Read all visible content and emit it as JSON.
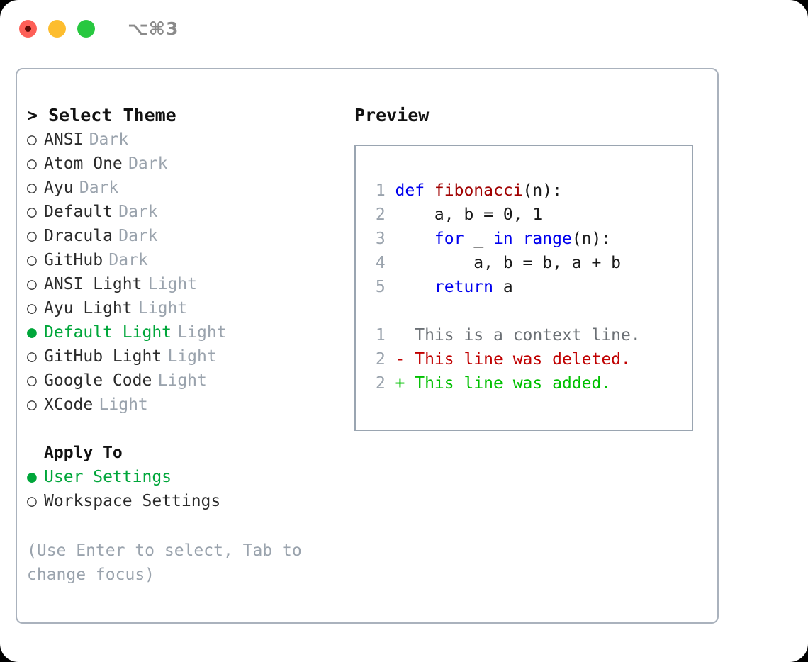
{
  "titlebar": {
    "shortcut": "⌥⌘3",
    "buttons": [
      "close",
      "minimize",
      "maximize"
    ]
  },
  "theme_picker": {
    "header": "> Select Theme",
    "items": [
      {
        "bullet": "○",
        "label": "ANSI",
        "suffix": "Dark",
        "selected": false
      },
      {
        "bullet": "○",
        "label": "Atom One",
        "suffix": "Dark",
        "selected": false
      },
      {
        "bullet": "○",
        "label": "Ayu",
        "suffix": "Dark",
        "selected": false
      },
      {
        "bullet": "○",
        "label": "Default",
        "suffix": "Dark",
        "selected": false
      },
      {
        "bullet": "○",
        "label": "Dracula",
        "suffix": "Dark",
        "selected": false
      },
      {
        "bullet": "○",
        "label": "GitHub",
        "suffix": "Dark",
        "selected": false
      },
      {
        "bullet": "○",
        "label": "ANSI Light",
        "suffix": "Light",
        "selected": false
      },
      {
        "bullet": "○",
        "label": "Ayu Light",
        "suffix": "Light",
        "selected": false
      },
      {
        "bullet": "●",
        "label": "Default Light",
        "suffix": "Light",
        "selected": true
      },
      {
        "bullet": "○",
        "label": "GitHub Light",
        "suffix": "Light",
        "selected": false
      },
      {
        "bullet": "○",
        "label": "Google Code",
        "suffix": "Light",
        "selected": false
      },
      {
        "bullet": "○",
        "label": "XCode",
        "suffix": "Light",
        "selected": false
      }
    ]
  },
  "apply_to": {
    "label": "Apply To",
    "items": [
      {
        "bullet": "●",
        "label": "User Settings",
        "selected": true
      },
      {
        "bullet": "○",
        "label": "Workspace Settings",
        "selected": false
      }
    ]
  },
  "help": {
    "text": "(Use Enter to select, Tab to change focus)"
  },
  "preview": {
    "title": "Preview",
    "code": [
      {
        "num": "1",
        "tokens": [
          {
            "t": "def ",
            "c": "kw"
          },
          {
            "t": "fibonacci",
            "c": "fn"
          },
          {
            "t": "(n):",
            "c": "pl"
          }
        ]
      },
      {
        "num": "2",
        "tokens": [
          {
            "t": "    a, b = 0, 1",
            "c": "pl"
          }
        ]
      },
      {
        "num": "3",
        "tokens": [
          {
            "t": "    ",
            "c": "pl"
          },
          {
            "t": "for",
            "c": "kw"
          },
          {
            "t": " _ ",
            "c": "pl"
          },
          {
            "t": "in",
            "c": "kw"
          },
          {
            "t": " ",
            "c": "pl"
          },
          {
            "t": "range",
            "c": "kw"
          },
          {
            "t": "(n):",
            "c": "pl"
          }
        ]
      },
      {
        "num": "4",
        "tokens": [
          {
            "t": "        a, b = b, a + b",
            "c": "pl"
          }
        ]
      },
      {
        "num": "5",
        "tokens": [
          {
            "t": "    ",
            "c": "pl"
          },
          {
            "t": "return",
            "c": "kw"
          },
          {
            "t": " a",
            "c": "pl"
          }
        ]
      }
    ],
    "diff": [
      {
        "num": "1",
        "marker": " ",
        "text": "This is a context line.",
        "kind": "ctx"
      },
      {
        "num": "2",
        "marker": "-",
        "text": "This line was deleted.",
        "kind": "del"
      },
      {
        "num": "2",
        "marker": "+",
        "text": "This line was added.",
        "kind": "add"
      }
    ]
  },
  "colors": {
    "accent_green": "#00a63a",
    "muted": "#9aa3ad",
    "border": "#aab2bd",
    "keyword": "#0000ee",
    "function": "#a00000",
    "diff_added": "#00c000",
    "diff_deleted": "#c00000",
    "dot_red": "#fd5f57",
    "dot_amber": "#fdbd2e",
    "dot_green": "#28c840"
  }
}
